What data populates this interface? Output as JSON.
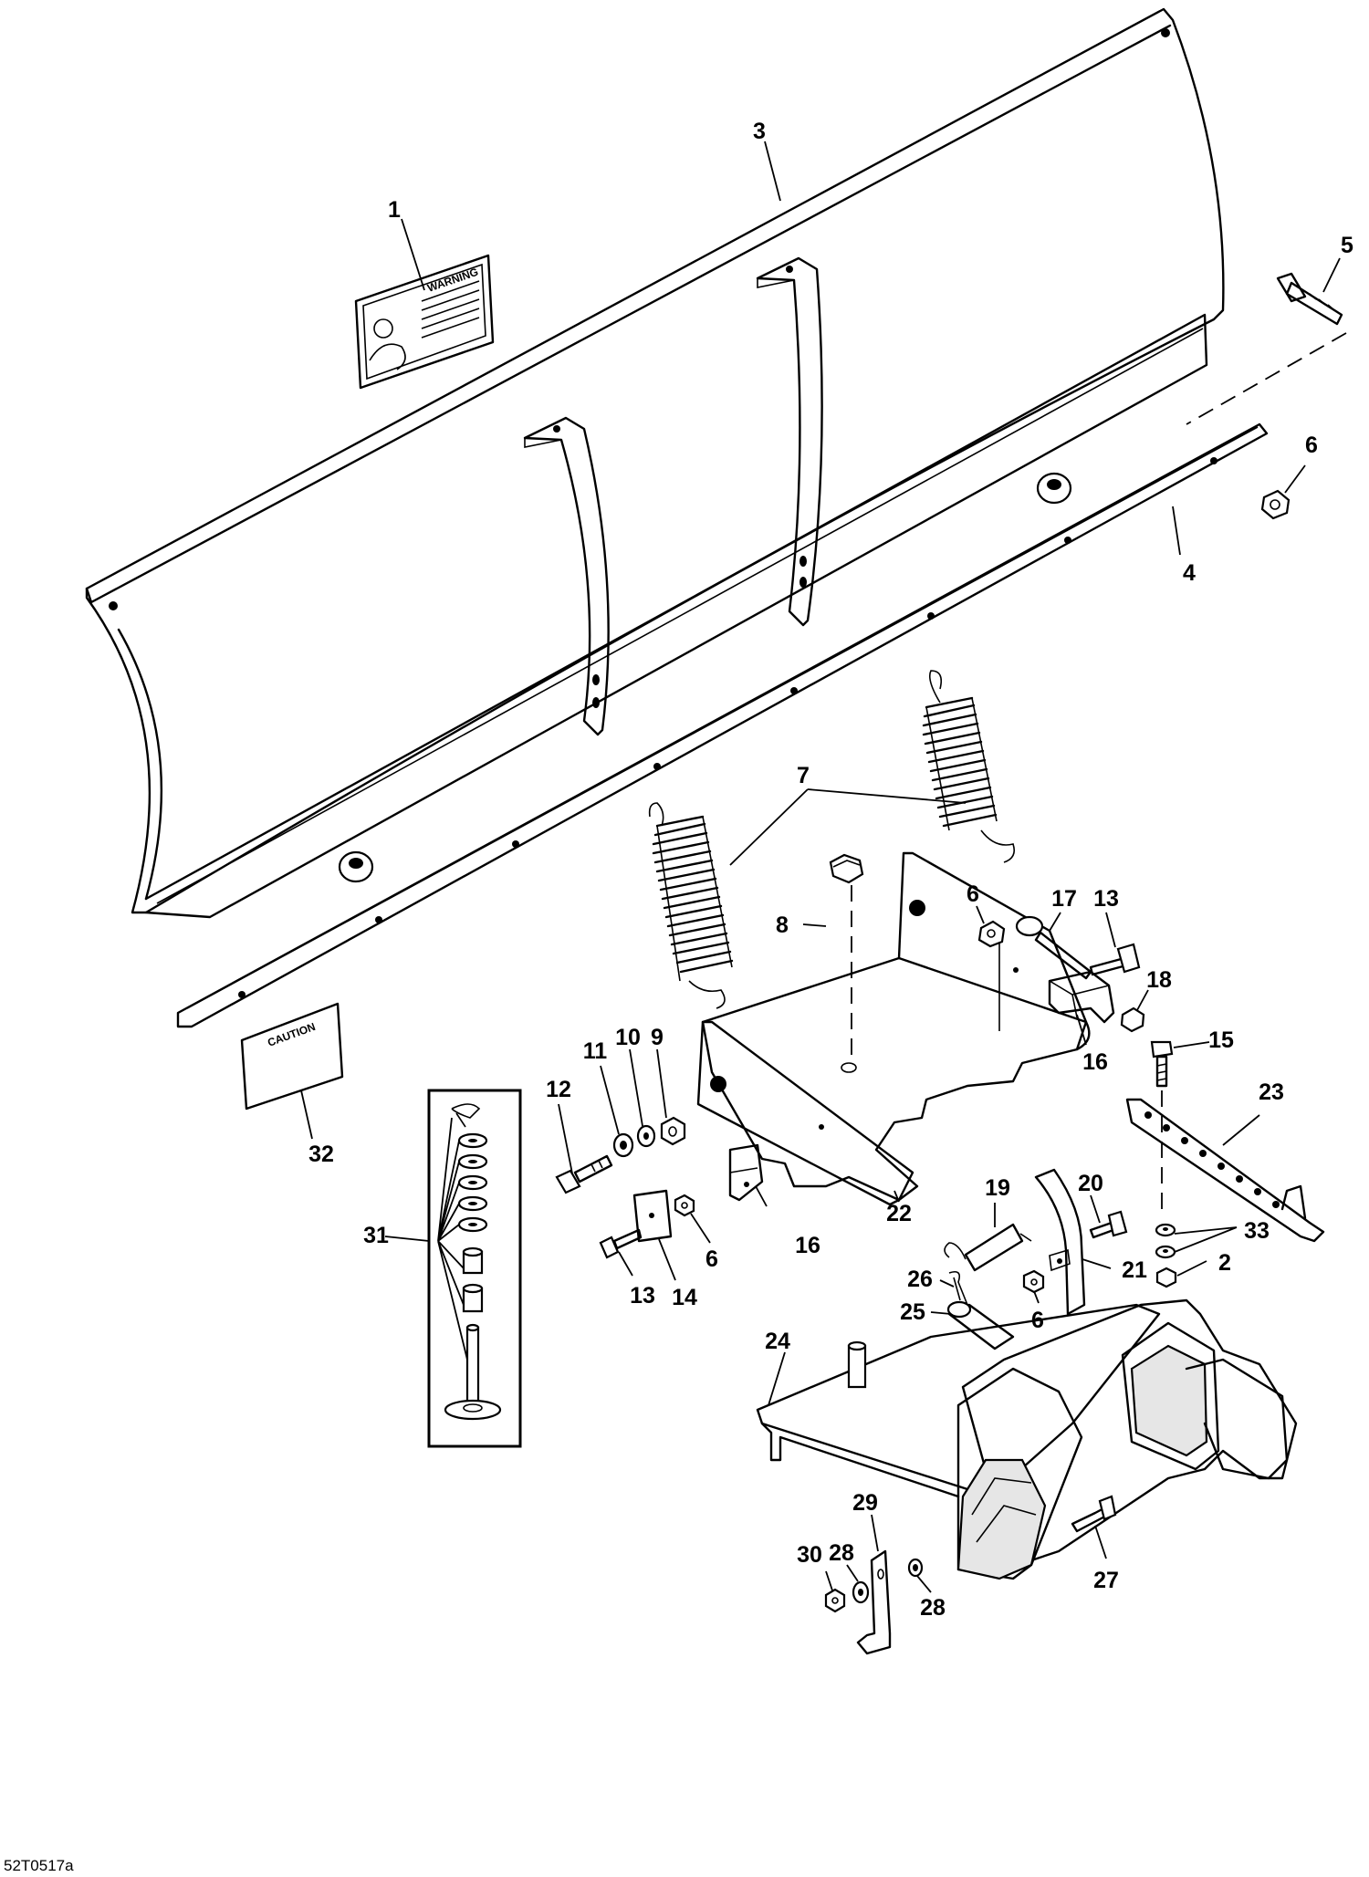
{
  "figure_code": "52T0517a",
  "decals": {
    "warning_header": "WARNING",
    "caution_header": "CAUTION"
  },
  "callouts": [
    {
      "id": "c1",
      "label": "1"
    },
    {
      "id": "c2",
      "label": "2"
    },
    {
      "id": "c3",
      "label": "3"
    },
    {
      "id": "c4",
      "label": "4"
    },
    {
      "id": "c5",
      "label": "5"
    },
    {
      "id": "c6a",
      "label": "6"
    },
    {
      "id": "c6b",
      "label": "6"
    },
    {
      "id": "c6c",
      "label": "6"
    },
    {
      "id": "c6d",
      "label": "6"
    },
    {
      "id": "c7",
      "label": "7"
    },
    {
      "id": "c8",
      "label": "8"
    },
    {
      "id": "c9",
      "label": "9"
    },
    {
      "id": "c10",
      "label": "10"
    },
    {
      "id": "c11",
      "label": "11"
    },
    {
      "id": "c12",
      "label": "12"
    },
    {
      "id": "c13a",
      "label": "13"
    },
    {
      "id": "c13b",
      "label": "13"
    },
    {
      "id": "c14",
      "label": "14"
    },
    {
      "id": "c15",
      "label": "15"
    },
    {
      "id": "c16a",
      "label": "16"
    },
    {
      "id": "c16b",
      "label": "16"
    },
    {
      "id": "c17",
      "label": "17"
    },
    {
      "id": "c18",
      "label": "18"
    },
    {
      "id": "c19",
      "label": "19"
    },
    {
      "id": "c20",
      "label": "20"
    },
    {
      "id": "c21",
      "label": "21"
    },
    {
      "id": "c22",
      "label": "22"
    },
    {
      "id": "c23",
      "label": "23"
    },
    {
      "id": "c24",
      "label": "24"
    },
    {
      "id": "c25",
      "label": "25"
    },
    {
      "id": "c26",
      "label": "26"
    },
    {
      "id": "c27",
      "label": "27"
    },
    {
      "id": "c28a",
      "label": "28"
    },
    {
      "id": "c28b",
      "label": "28"
    },
    {
      "id": "c29",
      "label": "29"
    },
    {
      "id": "c30",
      "label": "30"
    },
    {
      "id": "c31",
      "label": "31"
    },
    {
      "id": "c32",
      "label": "32"
    },
    {
      "id": "c33",
      "label": "33"
    }
  ]
}
